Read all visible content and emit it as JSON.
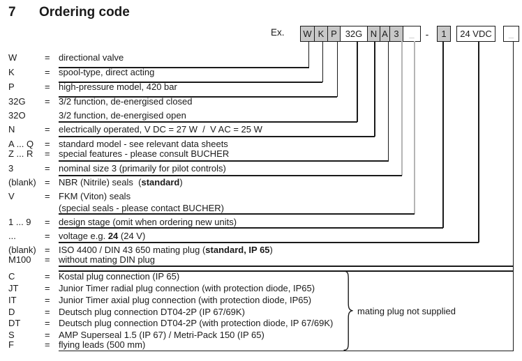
{
  "title": {
    "number": "7",
    "text": "Ordering code"
  },
  "example": {
    "label": "Ex.",
    "boxes": [
      {
        "label": "W"
      },
      {
        "label": "K"
      },
      {
        "label": "P"
      },
      {
        "label": "32G"
      },
      {
        "label": "N"
      },
      {
        "label": "A"
      },
      {
        "label": "3"
      },
      {
        "label": "_"
      },
      {
        "label": "-"
      },
      {
        "label": "1"
      },
      {
        "label": "24 VDC"
      },
      {
        "label": "_"
      }
    ]
  },
  "rows": [
    {
      "code": "W",
      "eq": "=",
      "desc": "directional valve"
    },
    {
      "code": "K",
      "eq": "=",
      "desc": "spool-type, direct acting"
    },
    {
      "code": "P",
      "eq": "=",
      "desc": "high-pressure model, 420 bar"
    },
    {
      "code": "32G",
      "eq": "=",
      "desc": "3/2 function, de-energised closed"
    },
    {
      "code": "32O",
      "eq": "",
      "desc": "3/2 function, de-energised open"
    },
    {
      "code": "N",
      "eq": "=",
      "desc": "electrically operated, V DC = 27 W  /  V AC = 25 W"
    },
    {
      "code": "A ... Q",
      "eq": "=",
      "desc": "standard model - see relevant data sheets"
    },
    {
      "code": "Z ... R",
      "eq": "=",
      "desc": "special features - please consult BUCHER"
    },
    {
      "code": "3",
      "eq": "=",
      "desc": "nominal size 3 (primarily for pilot controls)"
    },
    {
      "code": "(blank)",
      "eq": "=",
      "desc_pre": "NBR (Nitrile) seals  (",
      "desc_bold": "standard",
      "desc_post": ")"
    },
    {
      "code": "V",
      "eq": "=",
      "desc": "FKM (Viton) seals"
    },
    {
      "code": "",
      "eq": "",
      "desc": "(special seals - please contact BUCHER)"
    },
    {
      "code": "1 ... 9",
      "eq": "=",
      "desc": "design stage (omit when ordering new units)"
    },
    {
      "code": "...",
      "eq": "=",
      "desc_pre": "voltage e.g. ",
      "desc_bold": "24",
      "desc_post": " (24 V)"
    },
    {
      "code": "(blank)",
      "eq": "=",
      "desc_pre": "ISO 4400 / DIN 43 650 mating plug (",
      "desc_bold": "standard, IP 65",
      "desc_post": ")"
    },
    {
      "code": "M100",
      "eq": "=",
      "desc": "without mating DIN plug"
    }
  ],
  "plug_rows": [
    {
      "code": "C",
      "eq": "=",
      "desc": "Kostal plug connection (IP 65)"
    },
    {
      "code": "JT",
      "eq": "=",
      "desc": "Junior Timer radial plug connection (with protection diode, IP65)"
    },
    {
      "code": "IT",
      "eq": "=",
      "desc": "Junior Timer axial plug connection (with protection diode, IP65)"
    },
    {
      "code": "D",
      "eq": "=",
      "desc": "Deutsch plug connection DT04-2P (IP 67/69K)"
    },
    {
      "code": "DT",
      "eq": "=",
      "desc": "Deutsch plug connection DT04-2P (with protection diode, IP 67/69K)"
    },
    {
      "code": "S",
      "eq": "=",
      "desc": "AMP Superseal 1.5 (IP 67) / Metri-Pack 150 (IP 65)"
    },
    {
      "code": "F",
      "eq": "=",
      "desc": "flying leads (500 mm)"
    }
  ],
  "brace_label": "mating plug not supplied",
  "colors": {
    "text": "#1a1a1a",
    "box_fill_gray": "#c8c8c8",
    "line_black": "#1a1a1a",
    "line_gray": "#b5b5b5",
    "muted_underscore": "#9e9e9e"
  }
}
